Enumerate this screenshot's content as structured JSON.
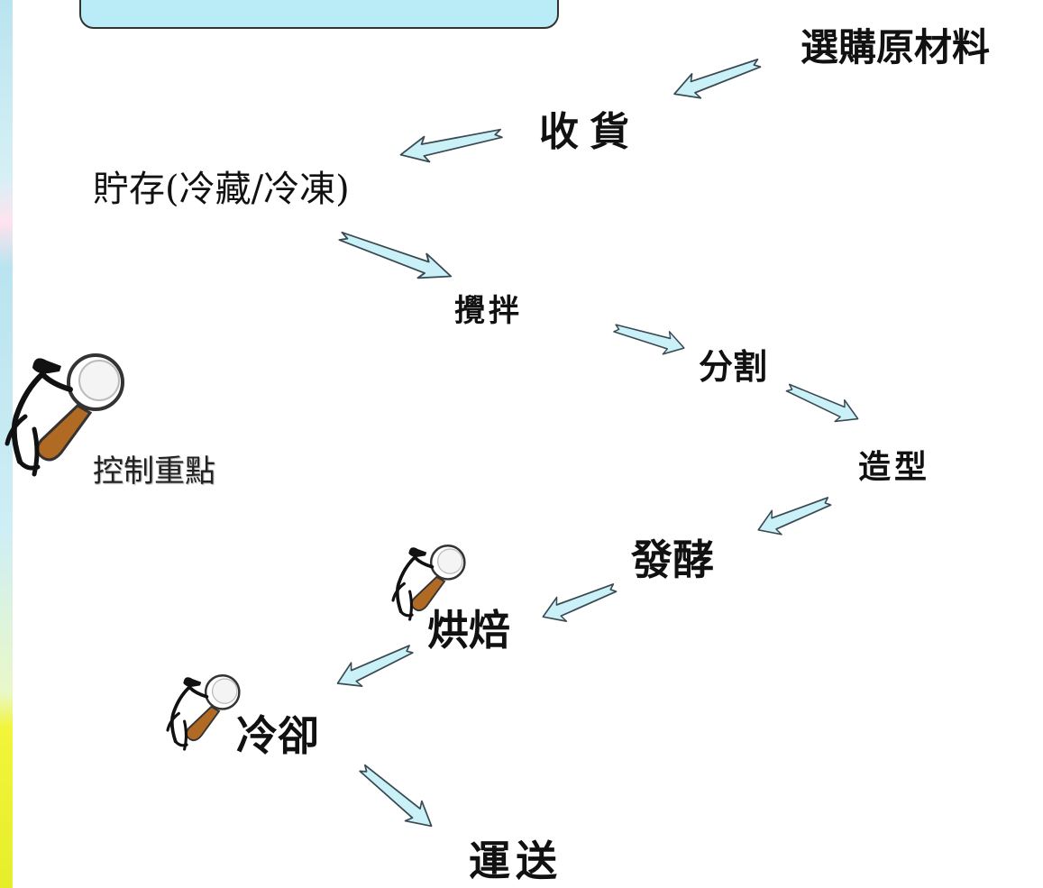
{
  "title": "",
  "legend": {
    "label": "控制重點"
  },
  "steps": {
    "purchase": "選購原材料",
    "receiving": "收貨",
    "storage": "貯存(冷藏/冷凍)",
    "mixing": "攪拌",
    "dividing": "分割",
    "shaping": "造型",
    "fermentation": "發酵",
    "baking": "烘焙",
    "cooling": "冷卻",
    "delivery": "運送"
  },
  "colors": {
    "arrow_fill": "#c9f1f7",
    "arrow_stroke": "#3a4a52",
    "title_box": "#b9ecf6",
    "magnifier_handle": "#b06a24"
  },
  "icons": [
    "magnifier-figure-icon"
  ]
}
